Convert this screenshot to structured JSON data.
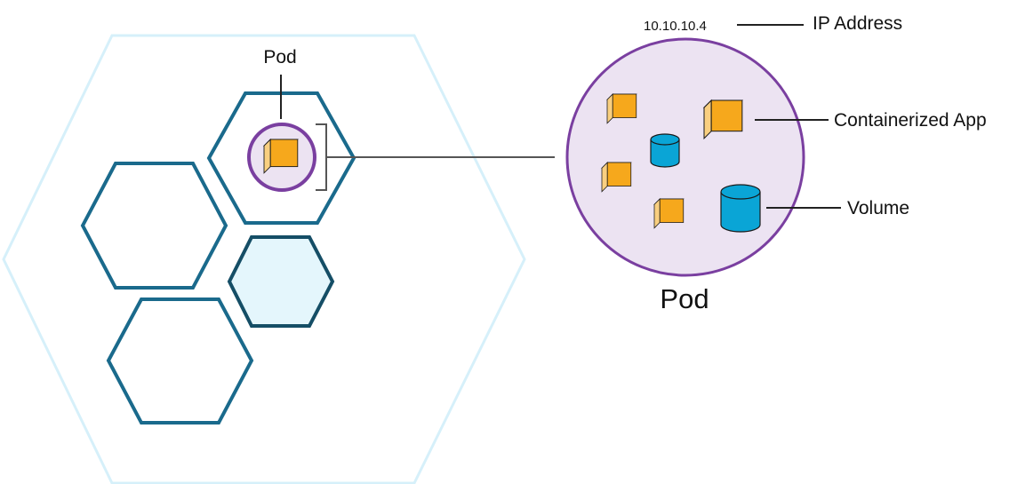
{
  "labels": {
    "pod_small": "Pod",
    "pod_large": "Pod",
    "ip_value": "10.10.10.4",
    "ip_label": "IP Address",
    "containerized_app": "Containerized App",
    "volume": "Volume"
  },
  "colors": {
    "node_outline": "#d6f0fa",
    "hex_outline": "#1a6a8c",
    "hex_outline_dark": "#154e66",
    "hex_fill_light": "#e4f6fc",
    "pod_outline": "#7a3fa0",
    "pod_fill": "#ece3f2",
    "cube_face": "#f6a81c",
    "cube_side": "#f9cf80",
    "volume": "#0aa5d6",
    "connector": "#555555"
  },
  "icons": {
    "container": "cube-icon",
    "volume": "cylinder-icon"
  }
}
